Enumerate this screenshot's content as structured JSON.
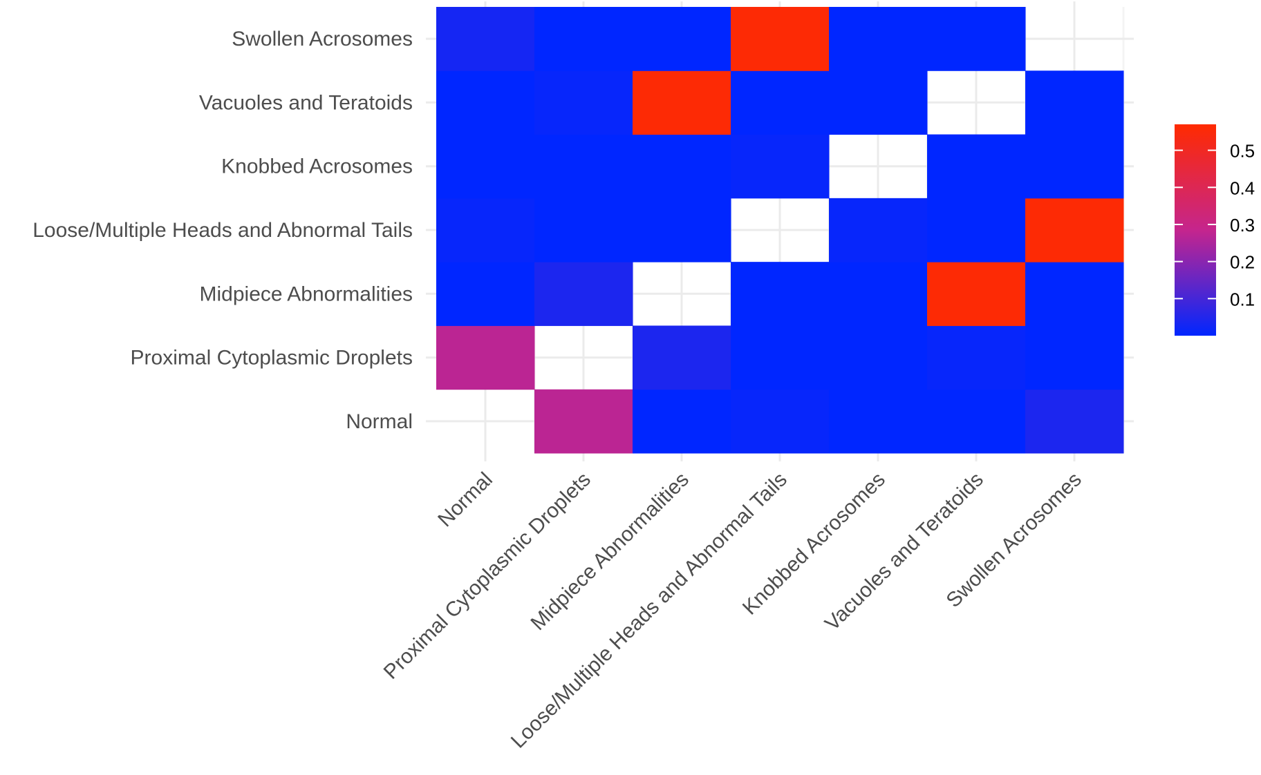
{
  "chart_data": {
    "type": "heatmap",
    "title": "",
    "xlabel": "",
    "ylabel": "",
    "x_categories": [
      "Normal",
      "Proximal Cytoplasmic Droplets",
      "Midpiece Abnormalities",
      "Loose/Multiple Heads and Abnormal Tails",
      "Knobbed Acrosomes",
      "Vacuoles and Teratoids",
      "Swollen Acrosomes"
    ],
    "y_categories": [
      "Normal",
      "Proximal Cytoplasmic Droplets",
      "Midpiece Abnormalities",
      "Loose/Multiple Heads and Abnormal Tails",
      "Knobbed Acrosomes",
      "Vacuoles and Teratoids",
      "Swollen Acrosomes"
    ],
    "values": [
      [
        null,
        0.27,
        0.0,
        0.01,
        0.0,
        0.0,
        0.04
      ],
      [
        0.27,
        null,
        0.04,
        0.0,
        0.0,
        0.01,
        0.0
      ],
      [
        0.0,
        0.04,
        null,
        0.0,
        0.0,
        0.56,
        0.0
      ],
      [
        0.01,
        0.0,
        0.0,
        null,
        0.01,
        0.0,
        0.56
      ],
      [
        0.0,
        0.0,
        0.0,
        0.01,
        null,
        0.0,
        0.0
      ],
      [
        0.0,
        0.01,
        0.56,
        0.0,
        0.0,
        null,
        0.0
      ],
      [
        0.03,
        0.0,
        0.0,
        0.56,
        0.0,
        0.0,
        null
      ]
    ],
    "color_scale": {
      "low": "#0026ff",
      "mid": "#c5258d",
      "high": "#ff2a00",
      "min": 0.0,
      "max": 0.57
    },
    "legend": {
      "position": "right",
      "ticks": [
        "0.1",
        "0.2",
        "0.3",
        "0.4",
        "0.5"
      ],
      "tick_values": [
        0.1,
        0.2,
        0.3,
        0.4,
        0.5
      ]
    },
    "grid": true
  }
}
